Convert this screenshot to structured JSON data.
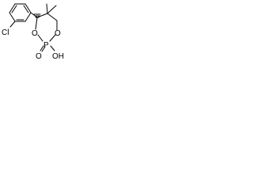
{
  "molecule": {
    "atom_labels": {
      "chlorine": "Cl",
      "ring_oxygen_left": "O",
      "ring_oxygen_right": "O",
      "phosphorus": "P",
      "hydroxyl": "OH",
      "oxo": "O"
    },
    "bond_color": "#000000",
    "label_color": "#000000",
    "background": "#ffffff"
  }
}
